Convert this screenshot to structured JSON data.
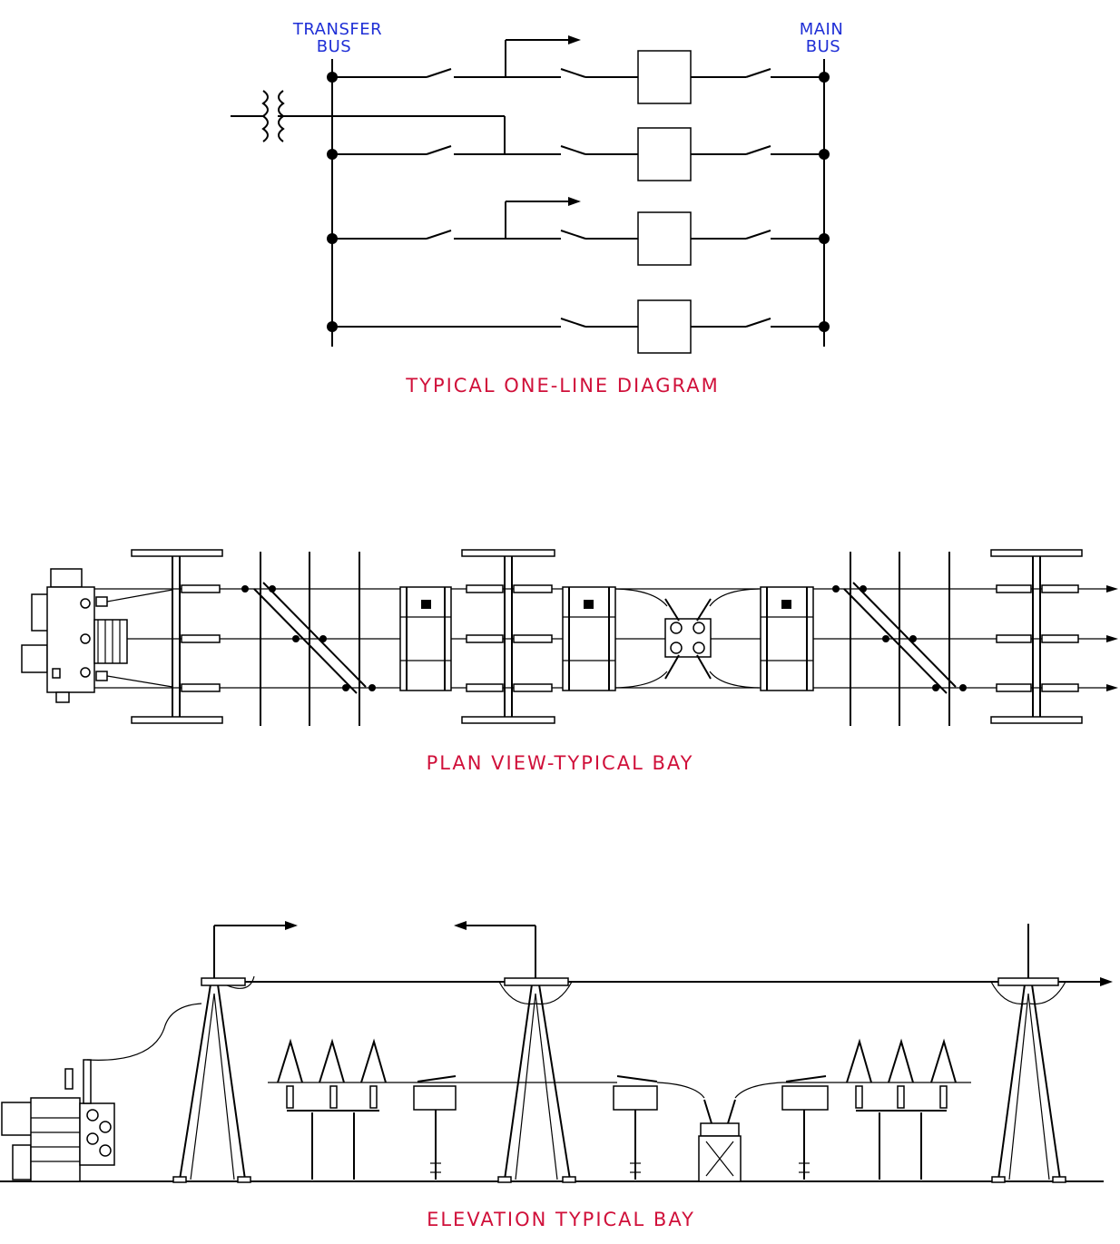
{
  "one_line": {
    "transfer_bus_label_1": "TRANSFER",
    "transfer_bus_label_2": "BUS",
    "main_bus_label_1": "MAIN",
    "main_bus_label_2": "BUS",
    "title": "TYPICAL ONE-LINE DIAGRAM"
  },
  "plan_view": {
    "title": "PLAN VIEW-TYPICAL BAY"
  },
  "elevation": {
    "title": "ELEVATION TYPICAL BAY"
  },
  "colors": {
    "label_blue": "#1f2fd6",
    "title_red": "#d0103a",
    "line": "#000000"
  }
}
